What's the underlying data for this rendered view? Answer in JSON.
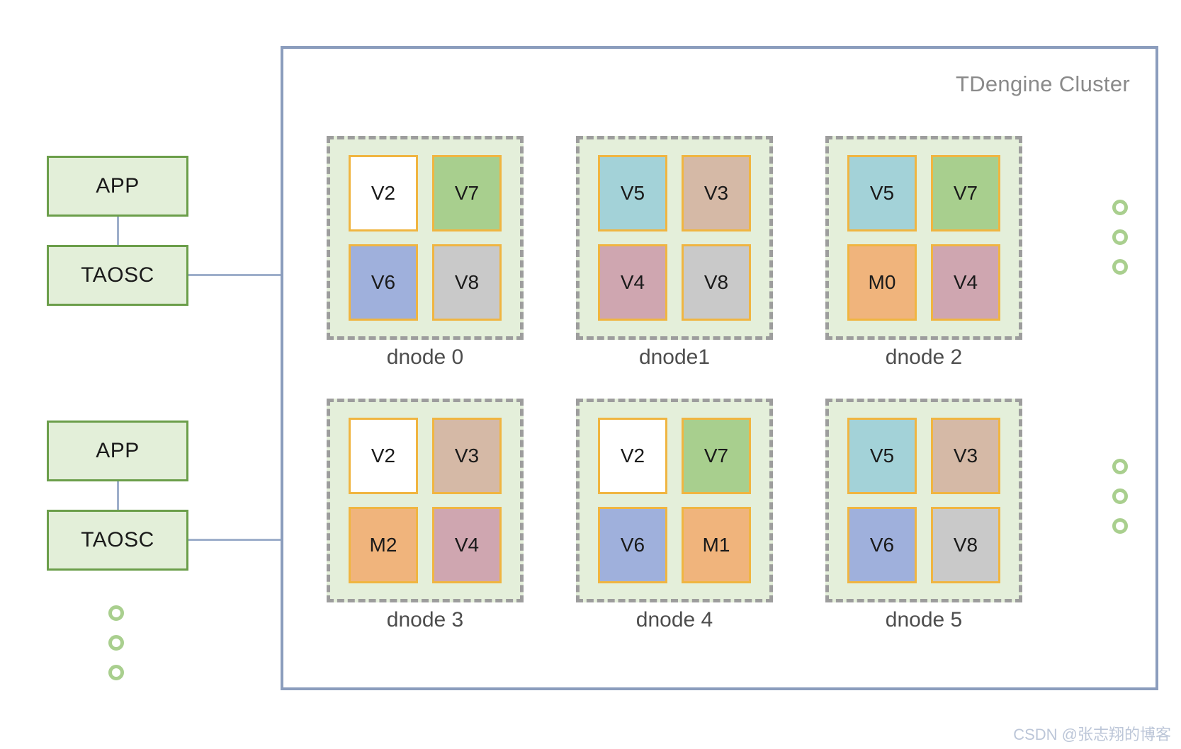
{
  "diagram": {
    "title": "TDengine Cluster",
    "watermark": "CSDN @张志翔的博客"
  },
  "colors": {
    "cluster_border": "#8b9dbd",
    "dnode_fill": "#e4efda",
    "dnode_border": "#9d9d9d",
    "vnode_border": "#f0b541",
    "client_fill": "#e3efd9",
    "client_border": "#6b9e4a",
    "connector": "#9eafcb",
    "ring": "#a9cf8e",
    "title_text": "#8a8a8a",
    "white": "#ffffff",
    "green": "#a8cf8e",
    "teal": "#a3d2d8",
    "tan": "#d5b9a6",
    "pink": "#cfa6b0",
    "gray": "#c9c9c9",
    "blue": "#9fb0dc",
    "orange": "#f0b47c"
  },
  "clients": [
    {
      "app_label": "APP",
      "taosc_label": "TAOSC"
    },
    {
      "app_label": "APP",
      "taosc_label": "TAOSC"
    }
  ],
  "dnodes": [
    {
      "label": "dnode 0",
      "cells": [
        {
          "label": "V2",
          "fill": "#ffffff"
        },
        {
          "label": "V7",
          "fill": "#a8cf8e"
        },
        {
          "label": "V6",
          "fill": "#9fb0dc"
        },
        {
          "label": "V8",
          "fill": "#c9c9c9"
        }
      ]
    },
    {
      "label": "dnode1",
      "cells": [
        {
          "label": "V5",
          "fill": "#a3d2d8"
        },
        {
          "label": "V3",
          "fill": "#d5b9a6"
        },
        {
          "label": "V4",
          "fill": "#cfa6b0"
        },
        {
          "label": "V8",
          "fill": "#c9c9c9"
        }
      ]
    },
    {
      "label": "dnode 2",
      "cells": [
        {
          "label": "V5",
          "fill": "#a3d2d8"
        },
        {
          "label": "V7",
          "fill": "#a8cf8e"
        },
        {
          "label": "M0",
          "fill": "#f0b47c"
        },
        {
          "label": "V4",
          "fill": "#cfa6b0"
        }
      ]
    },
    {
      "label": "dnode 3",
      "cells": [
        {
          "label": "V2",
          "fill": "#ffffff"
        },
        {
          "label": "V3",
          "fill": "#d5b9a6"
        },
        {
          "label": "M2",
          "fill": "#f0b47c"
        },
        {
          "label": "V4",
          "fill": "#cfa6b0"
        }
      ]
    },
    {
      "label": "dnode 4",
      "cells": [
        {
          "label": "V2",
          "fill": "#ffffff"
        },
        {
          "label": "V7",
          "fill": "#a8cf8e"
        },
        {
          "label": "V6",
          "fill": "#9fb0dc"
        },
        {
          "label": "M1",
          "fill": "#f0b47c"
        }
      ]
    },
    {
      "label": "dnode 5",
      "cells": [
        {
          "label": "V5",
          "fill": "#a3d2d8"
        },
        {
          "label": "V3",
          "fill": "#d5b9a6"
        },
        {
          "label": "V6",
          "fill": "#9fb0dc"
        },
        {
          "label": "V8",
          "fill": "#c9c9c9"
        }
      ]
    }
  ],
  "ellipses": [
    {
      "name": "dnode-row-1-more",
      "count": 3
    },
    {
      "name": "dnode-row-2-more",
      "count": 3
    },
    {
      "name": "client-more",
      "count": 3
    }
  ]
}
